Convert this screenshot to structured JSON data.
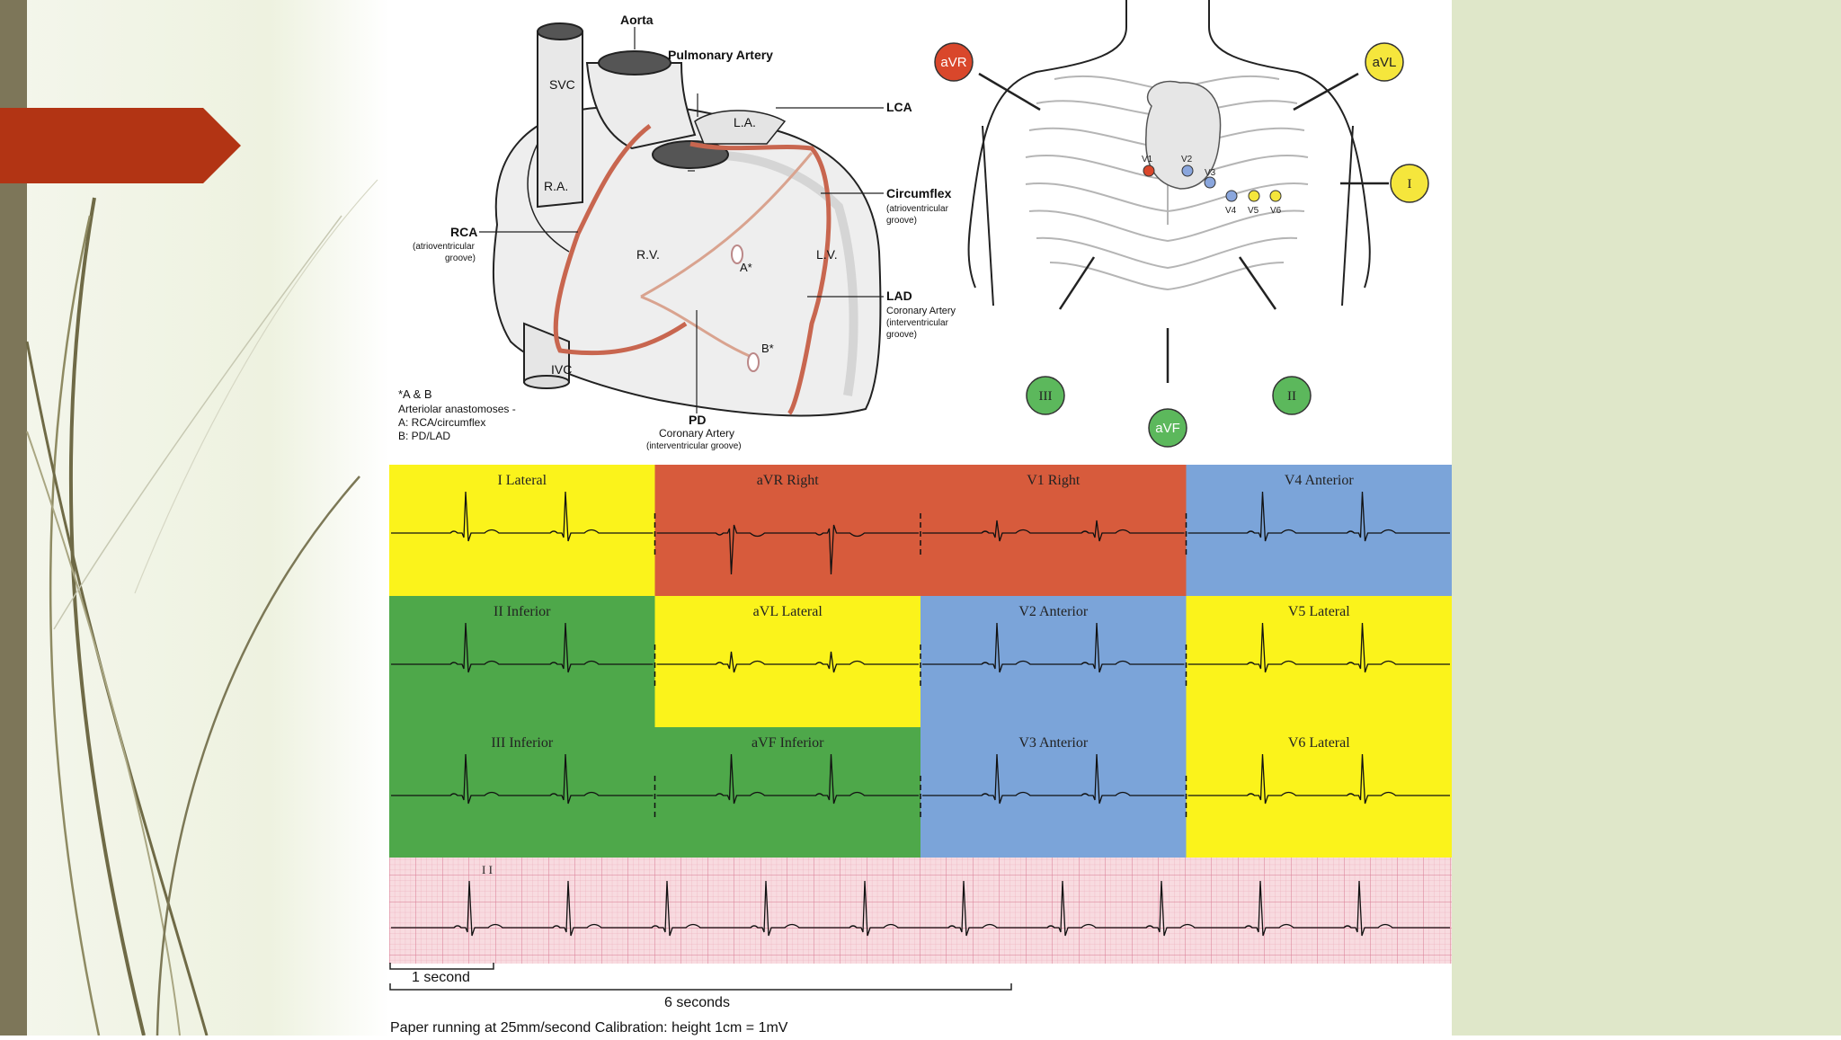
{
  "heart_diagram": {
    "labels": {
      "aorta": "Aorta",
      "pulmonary_artery": "Pulmonary Artery",
      "svc": "SVC",
      "la": "L.A.",
      "lca": "LCA",
      "ra": "R.A.",
      "circumflex": "Circumflex",
      "circumflex_sub1": "(atrioventricular",
      "circumflex_sub2": "groove)",
      "rca": "RCA",
      "rca_sub1": "(atrioventricular",
      "rca_sub2": "groove)",
      "rv": "R.V.",
      "lv": "L.V.",
      "a_star": "A*",
      "b_star": "B*",
      "lad": "LAD",
      "lad_sub1": "Coronary Artery",
      "lad_sub2": "(interventricular",
      "lad_sub3": "groove)",
      "ivc": "IVC",
      "pd": "PD",
      "pd_sub1": "Coronary Artery",
      "pd_sub2": "(interventricular groove)"
    },
    "footnote": {
      "line1": "*A & B",
      "line2": "Arteriolar anastomoses -",
      "line3": "A: RCA/circumflex",
      "line4": "B: PD/LAD"
    }
  },
  "lead_diagram": {
    "limb_leads": [
      {
        "label": "aVR",
        "color": "#d9472b"
      },
      {
        "label": "aVL",
        "color": "#f5e63c"
      },
      {
        "label": "I",
        "color": "#f5e63c"
      },
      {
        "label": "III",
        "color": "#5cb85c"
      },
      {
        "label": "aVF",
        "color": "#5cb85c"
      },
      {
        "label": "II",
        "color": "#5cb85c"
      }
    ],
    "chest_leads": [
      "V1",
      "V2",
      "V3",
      "V4",
      "V5",
      "V6"
    ]
  },
  "ecg_grid": {
    "cells": [
      {
        "label": "I Lateral",
        "color": "#fbf31b"
      },
      {
        "label": "aVR Right",
        "color": "#d75b3c"
      },
      {
        "label": "V1 Right",
        "color": "#d75b3c"
      },
      {
        "label": "V4 Anterior",
        "color": "#7ba4d9"
      },
      {
        "label": "II Inferior",
        "color": "#4ea84a"
      },
      {
        "label": "aVL Lateral",
        "color": "#fbf31b"
      },
      {
        "label": "V2 Anterior",
        "color": "#7ba4d9"
      },
      {
        "label": "V5 Lateral",
        "color": "#fbf31b"
      },
      {
        "label": "III Inferior",
        "color": "#4ea84a"
      },
      {
        "label": "aVF Inferior",
        "color": "#4ea84a"
      },
      {
        "label": "V3 Anterior",
        "color": "#7ba4d9"
      },
      {
        "label": "V6 Lateral",
        "color": "#fbf31b"
      }
    ],
    "rhythm_strip_label": "I I",
    "rhythm_strip_color": "#f8dbe0"
  },
  "scale": {
    "one_second": "1 second",
    "six_seconds": "6 seconds",
    "footer": "Paper running at 25mm/second  Calibration: height 1cm = 1mV"
  },
  "theme": {
    "accent_arrow": "#b23414",
    "left_bar": "#7d7659",
    "right_panel": "#dfe7c9"
  }
}
